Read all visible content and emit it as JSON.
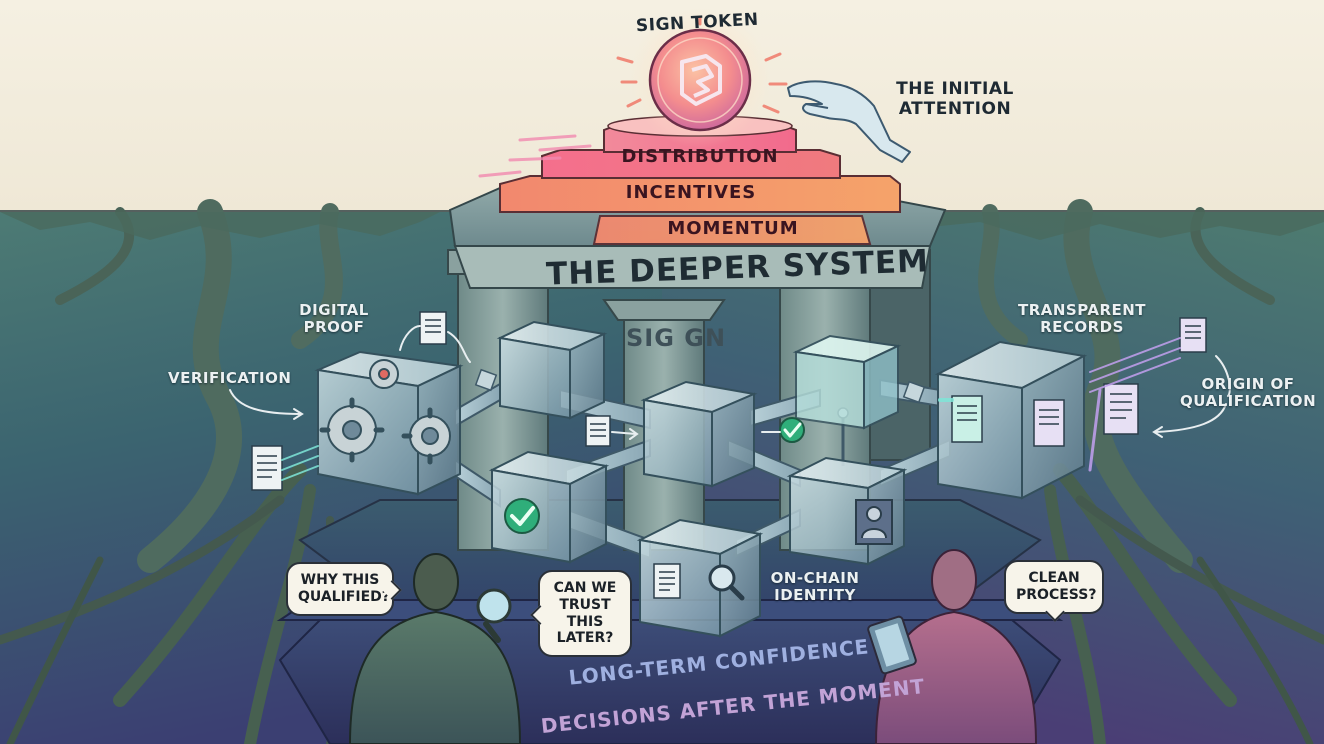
{
  "token": {
    "title": "SIGN TOKEN",
    "tiers": [
      "DISTRIBUTION",
      "INCENTIVES",
      "MOMENTUM"
    ]
  },
  "annotations": {
    "initial_attention": "THE INITIAL ATTENTION"
  },
  "system": {
    "title": "THE DEEPER SYSTEM",
    "pillar_text": "SIG GN"
  },
  "labels": {
    "digital_proof": "DIGITAL PROOF",
    "verification": "VERIFICATION",
    "transparent_records": "TRANSPARENT RECORDS",
    "origin_of_qualification": "ORIGIN OF QUALIFICATION",
    "on_chain_identity": "ON-CHAIN IDENTITY"
  },
  "bubbles": {
    "why_qualified": "WHY THIS QUALIFIED?",
    "trust_later": "CAN WE TRUST THIS LATER?",
    "clean_process": "CLEAN PROCESS?"
  },
  "base": {
    "confidence": "LONG-TERM CONFIDENCE",
    "decisions": "DECISIONS AFTER THE MOMENT"
  },
  "colors": {
    "sky": "#f3eee0",
    "underground_top": "#3f6b6a",
    "underground_bottom": "#3a3d6e",
    "tier_pink": "#f06a93",
    "tier_orange": "#f28a6a",
    "token_glow": "#f7a08a",
    "cube_glass": "#a9c6cf",
    "check_green": "#2fae7a",
    "beam_cyan": "#7fe6d8",
    "beam_violet": "#c3a0f0"
  },
  "icons": [
    "sign-logo-icon",
    "gear-icon",
    "document-icon",
    "checkmark-icon",
    "magnifier-icon",
    "identity-card-icon",
    "hand-icon",
    "tablet-icon"
  ]
}
